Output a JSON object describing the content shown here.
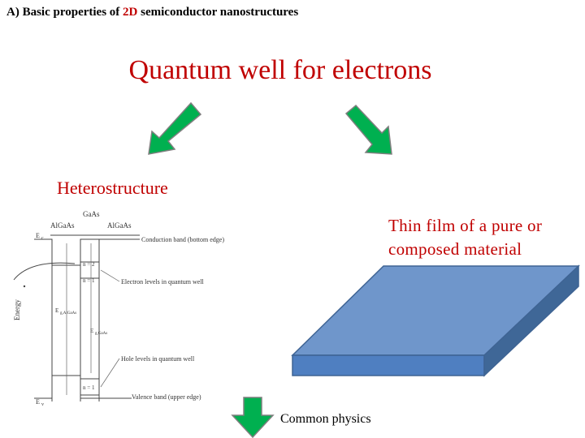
{
  "header": {
    "prefix": "A) Basic properties of ",
    "highlight": "2D",
    "suffix": " semiconductor nanostructures"
  },
  "title": "Quantum well for electrons",
  "left_label": "Heterostructure",
  "right_label": {
    "line1": "Thin film of a pure or",
    "line2": "composed material"
  },
  "bottom_label": "Common physics",
  "diagram": {
    "top_material": "GaAs",
    "left_material": "AlGaAs",
    "right_material": "AlGaAs",
    "ec_label": "E",
    "ec_sub": "c",
    "ev_label": "E",
    "ev_sub": "v",
    "cb_label": "Conduction band (bottom edge)",
    "n2": "n = 2",
    "n1": "n = 1",
    "electron_levels": "Electron levels in quantum well",
    "energy_axis": "Energy",
    "gap_algaas": "E",
    "gap_algaas_sub": "g,AlGaAs",
    "gap_gaas": "E",
    "gap_gaas_sub": "g,GaAs",
    "hole_levels": "Hole levels in quantum well",
    "hole_n1": "n = 1",
    "vb_label": "Valence band (upper edge)"
  },
  "colors": {
    "title_red": "#c00000",
    "arrow_green": "#00b050",
    "slab_blue": "#4f81bd"
  },
  "icons": [
    "arrow-down-left-icon",
    "arrow-down-right-icon",
    "arrow-down-icon"
  ]
}
